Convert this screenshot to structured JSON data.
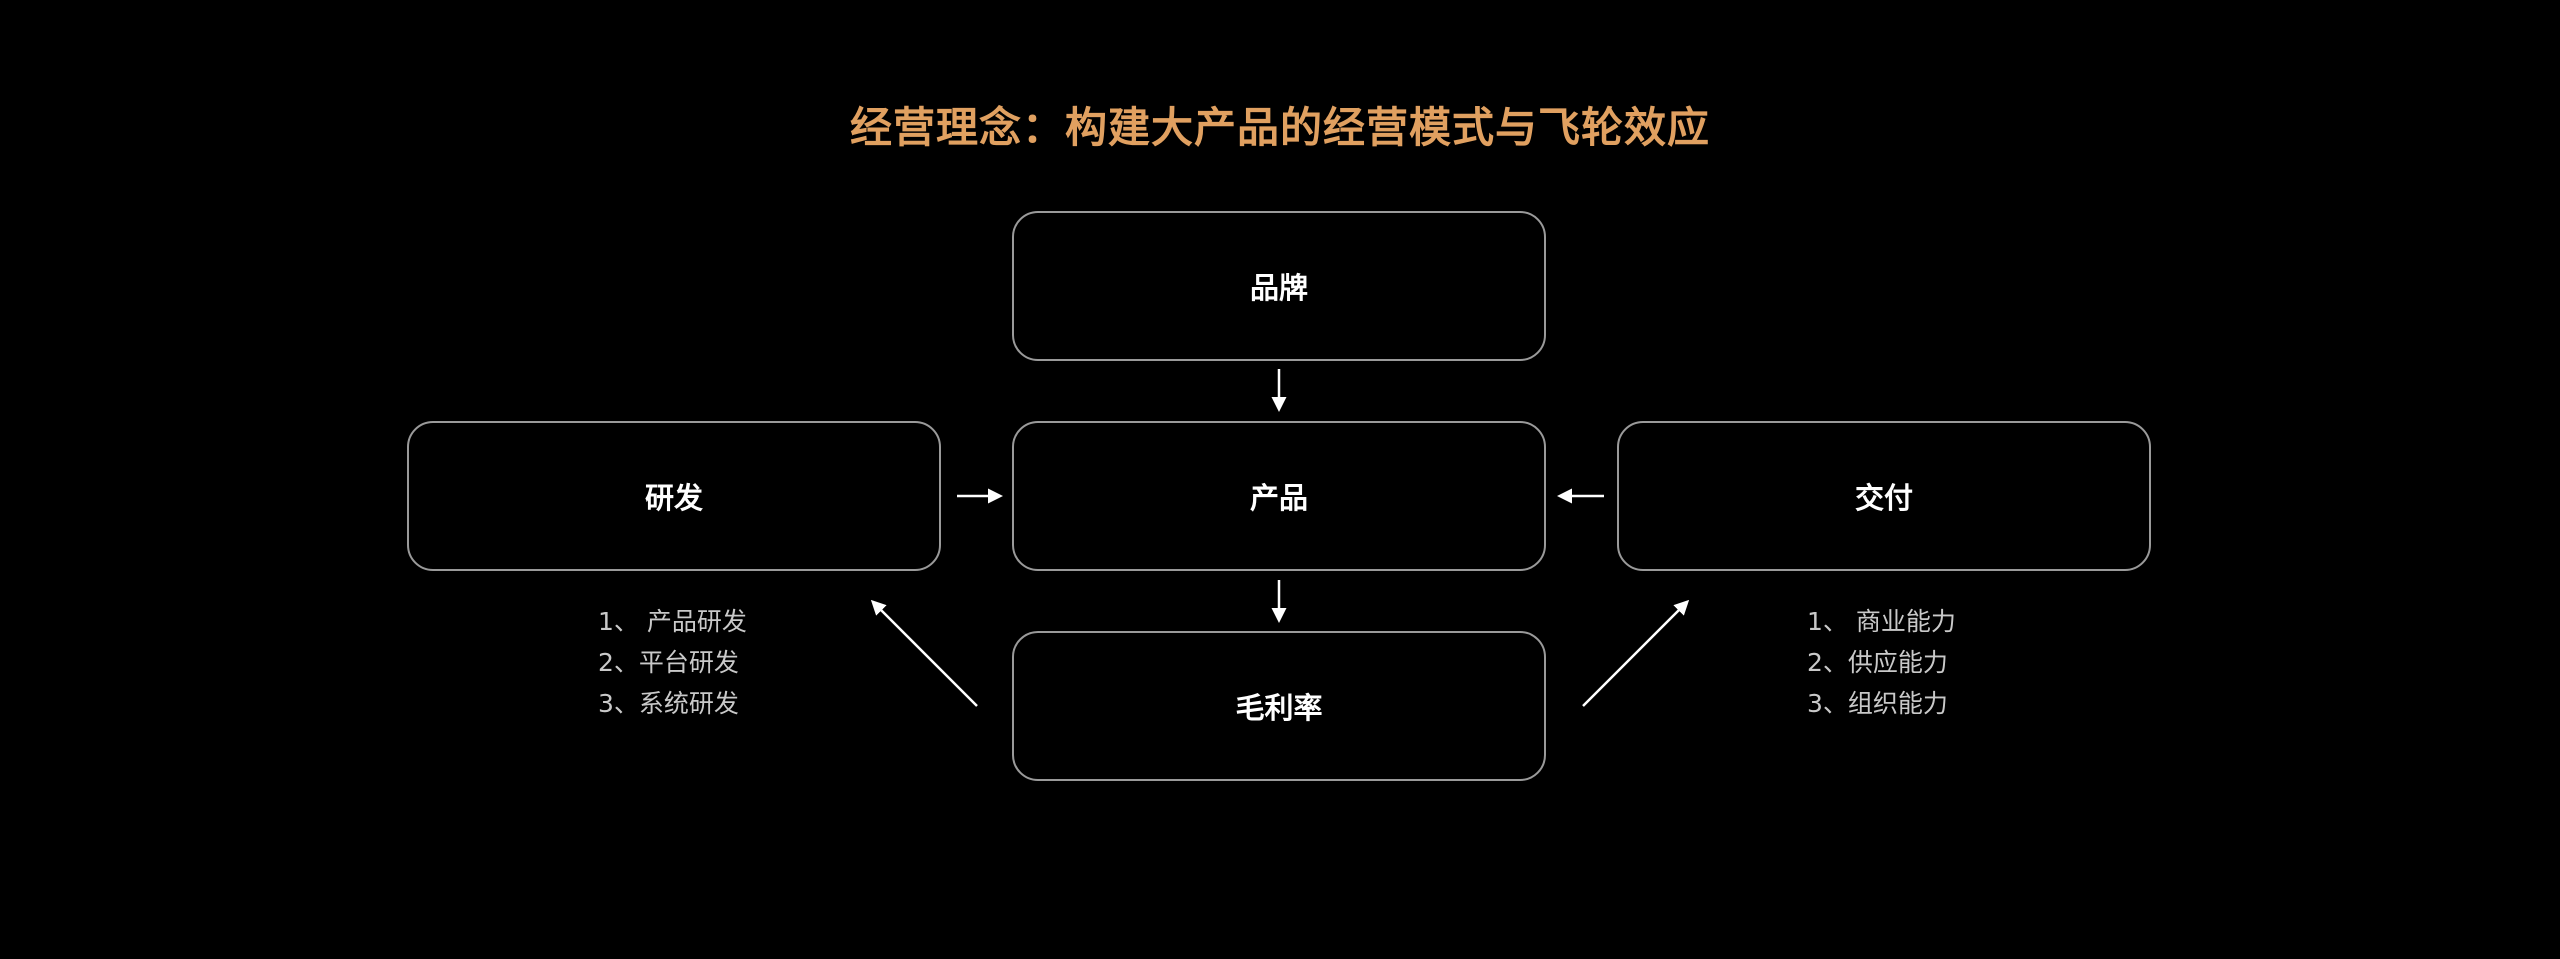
{
  "title": "经营理念：构建大产品的经营模式与飞轮效应",
  "colors": {
    "background": "#000000",
    "title": "#e0a060",
    "node_border": "#9a9a9a",
    "node_text": "#ffffff",
    "list_text": "#c9c9c9",
    "arrow": "#ffffff"
  },
  "nodes": {
    "brand": "品牌",
    "product": "产品",
    "margin": "毛利率",
    "rd": "研发",
    "delivery": "交付"
  },
  "rd_items": [
    "1、 产品研发",
    "2、平台研发",
    "3、系统研发"
  ],
  "delivery_items": [
    "1、 商业能力",
    "2、供应能力",
    "3、组织能力"
  ],
  "edges": [
    {
      "from": "brand",
      "to": "product"
    },
    {
      "from": "rd",
      "to": "product"
    },
    {
      "from": "delivery",
      "to": "product"
    },
    {
      "from": "product",
      "to": "margin"
    },
    {
      "from": "margin",
      "to": "rd"
    },
    {
      "from": "margin",
      "to": "delivery"
    }
  ]
}
